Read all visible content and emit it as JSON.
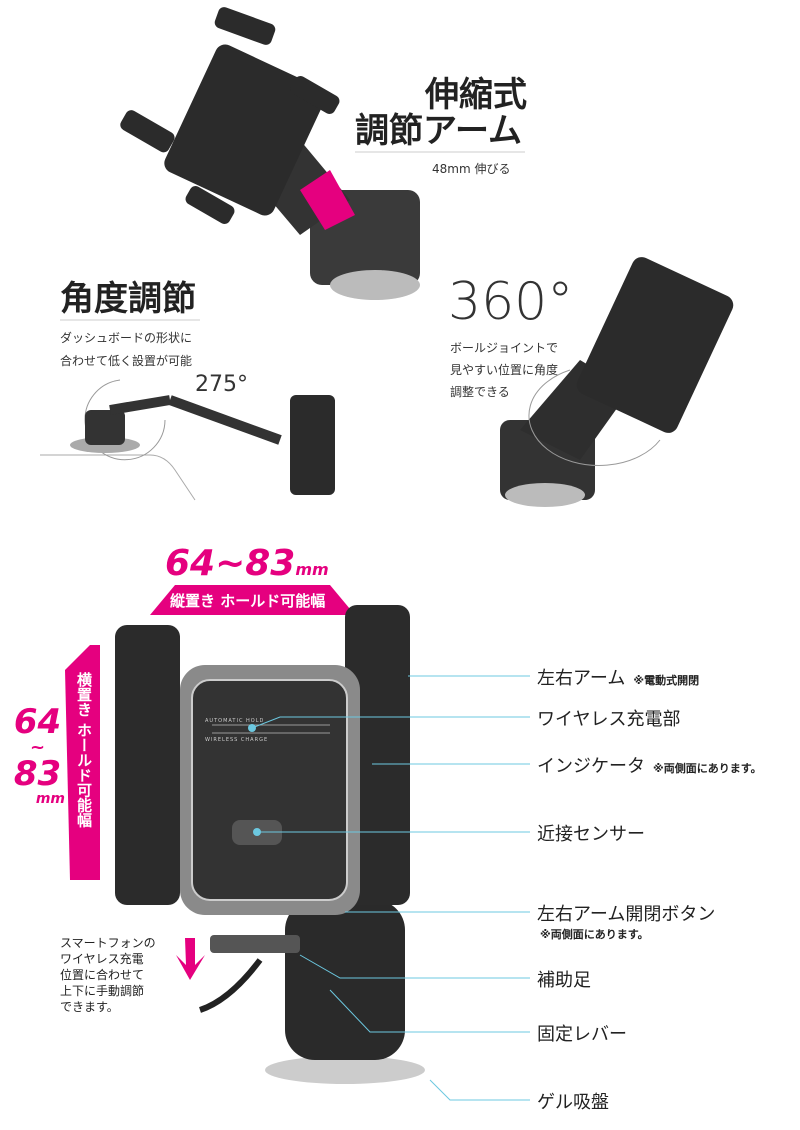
{
  "telescopic": {
    "title_line1": "伸縮式",
    "title_line2": "調節アーム",
    "caption": "48mm 伸びる"
  },
  "angle": {
    "title": "角度調節",
    "desc_line1": "ダッシュボードの形状に",
    "desc_line2": "合わせて低く設置が可能",
    "degrees": "275°"
  },
  "ball_joint": {
    "degrees": "360°",
    "desc_line1": "ボールジョイントで",
    "desc_line2": "見やすい位置に角度",
    "desc_line3": "調整できる"
  },
  "width_portrait": {
    "value": "64~83",
    "unit": "mm",
    "label": "縦置き ホールド可能幅"
  },
  "width_landscape": {
    "value_top": "64",
    "tilde": "~",
    "value_bottom": "83",
    "unit": "mm",
    "label": "横置き ホールド可能幅"
  },
  "charger_face": {
    "line1": "AUTOMATIC HOLD",
    "line2": "WIRELESS CHARGE"
  },
  "callouts": [
    {
      "label": "左右アーム",
      "note": "※電動式開閉"
    },
    {
      "label": "ワイヤレス充電部",
      "note": ""
    },
    {
      "label": "インジケータ",
      "note": "※両側面にあります。"
    },
    {
      "label": "近接センサー",
      "note": ""
    },
    {
      "label": "左右アーム開閉ボタン",
      "note": "※両側面にあります。"
    },
    {
      "label": "補助足",
      "note": ""
    },
    {
      "label": "固定レバー",
      "note": ""
    },
    {
      "label": "ゲル吸盤",
      "note": ""
    }
  ],
  "foot_note": {
    "line1": "スマートフォンの",
    "line2": "ワイヤレス充電",
    "line3": "位置に合わせて",
    "line4": "上下に手動調節",
    "line5": "できます。"
  },
  "colors": {
    "accent": "#e5007f",
    "leader": "#6cc8e0",
    "product": "#2b2b2b"
  }
}
